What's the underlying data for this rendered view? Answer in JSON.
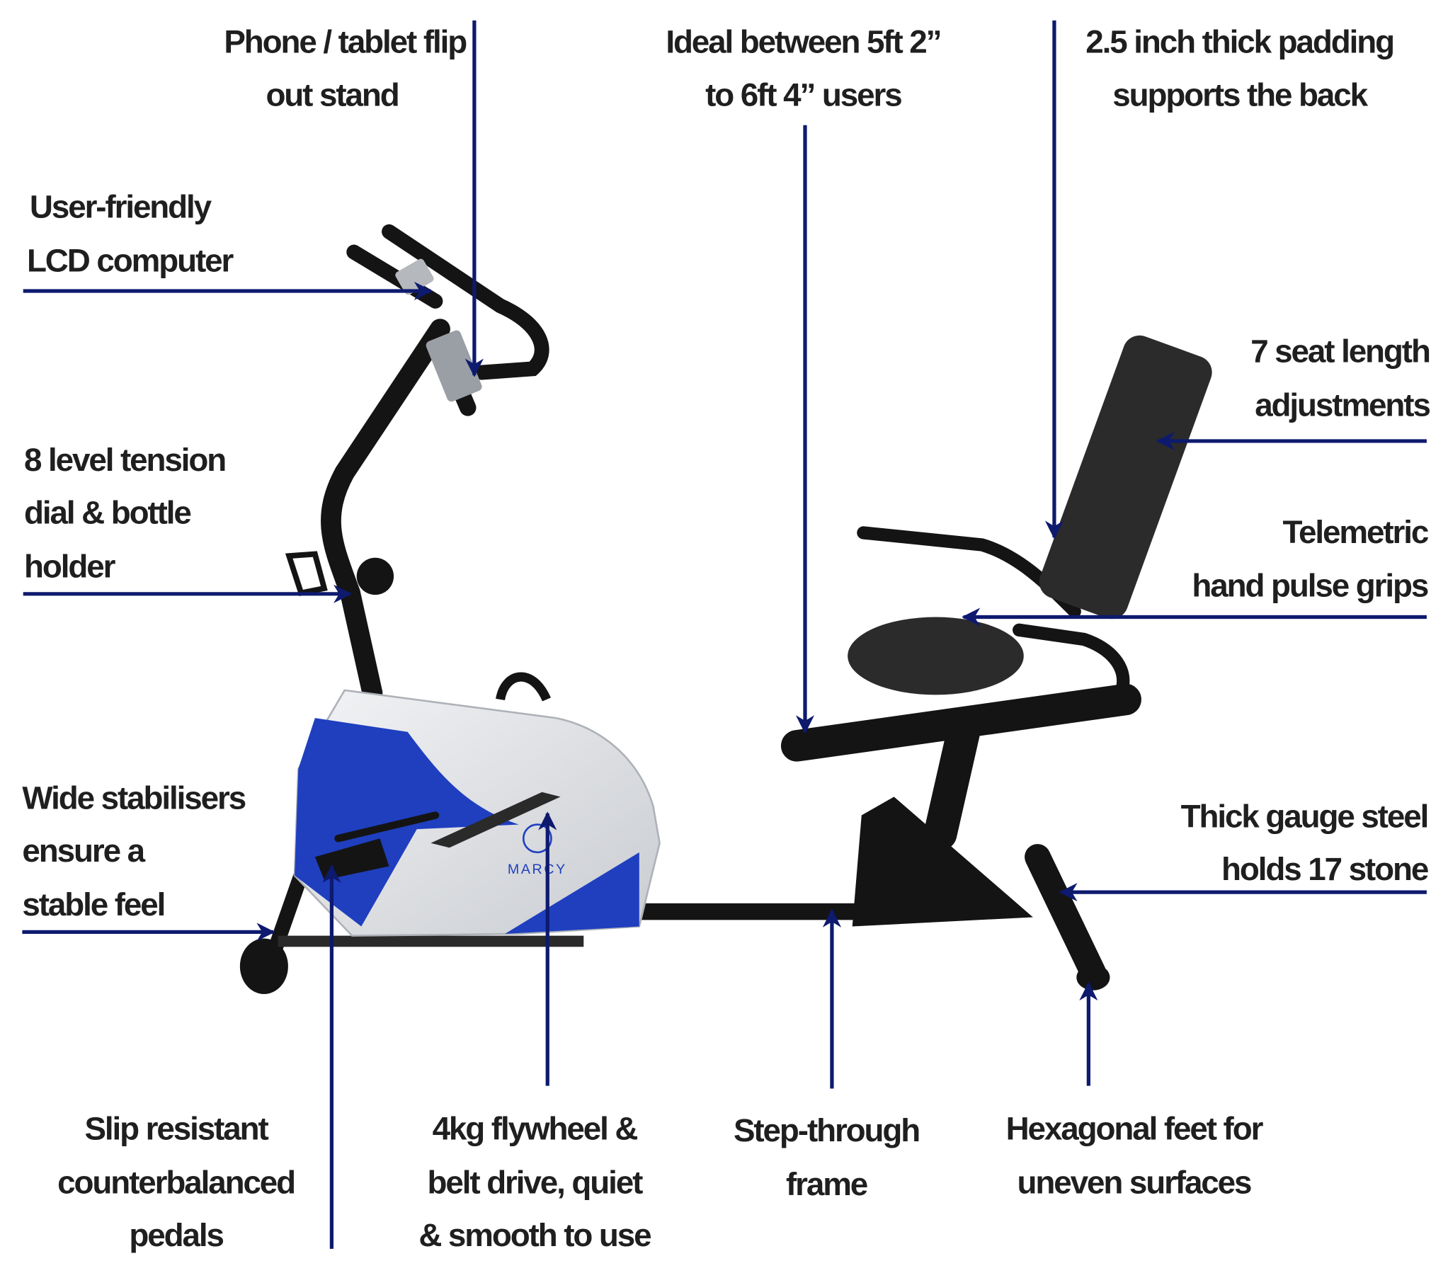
{
  "brand": "MARCY",
  "colors": {
    "arrow": "#0d1a6e",
    "text": "#1f1f1f",
    "housing_blue": "#1f3fbf",
    "housing_silver": "#d9dce0",
    "frame": "#141414"
  },
  "callouts": {
    "phone_stand": [
      "Phone / tablet flip",
      "out stand"
    ],
    "height_range": [
      "Ideal between 5ft 2”",
      "to 6ft 4” users"
    ],
    "padding": [
      "2.5 inch thick padding",
      "supports the back"
    ],
    "lcd": [
      "User-friendly",
      "LCD computer"
    ],
    "tension": [
      "8 level tension",
      "dial & bottle",
      "holder"
    ],
    "stabilisers": [
      "Wide stabilisers",
      "ensure a",
      "stable feel"
    ],
    "seat_length": [
      "7 seat length",
      "adjustments"
    ],
    "pulse_grips": [
      "Telemetric",
      "hand pulse grips"
    ],
    "steel": [
      "Thick gauge steel",
      "holds 17 stone"
    ],
    "pedals": [
      "Slip resistant",
      "counterbalanced",
      "pedals"
    ],
    "flywheel": [
      "4kg flywheel &",
      "belt drive, quiet",
      "& smooth to use"
    ],
    "step_through": [
      "Step-through",
      "frame"
    ],
    "feet": [
      "Hexagonal feet for",
      "uneven surfaces"
    ]
  }
}
